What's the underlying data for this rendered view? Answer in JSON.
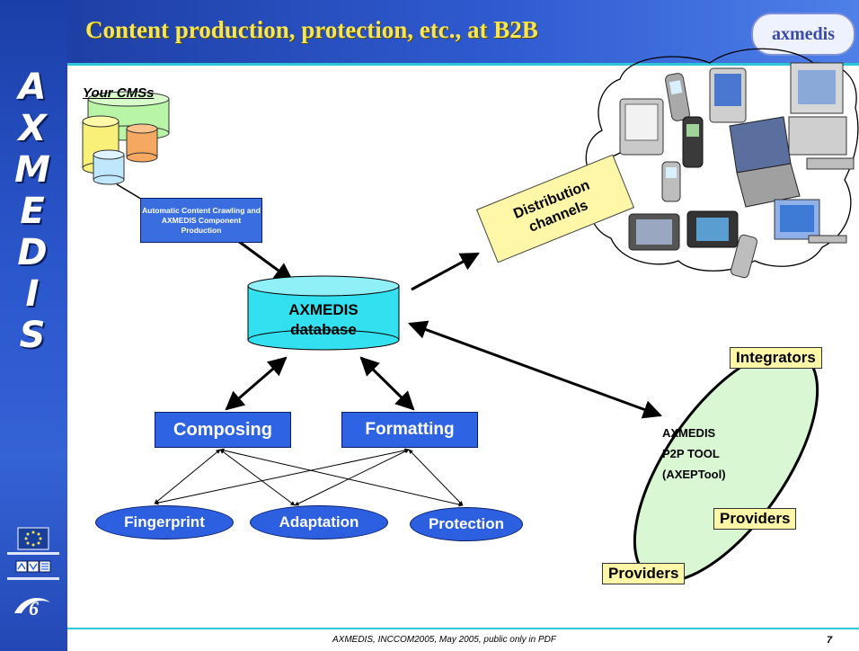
{
  "header": {
    "title": "Content production, protection, etc., at B2B",
    "logo_text": "axmedis"
  },
  "sidebar": {
    "letters": [
      "A",
      "X",
      "M",
      "E",
      "D",
      "I",
      "S"
    ],
    "logos": [
      "eu-flag-icon",
      "ist-logo-icon",
      "fp6-logo-icon"
    ]
  },
  "diagram": {
    "cms_label": "Your CMSs",
    "crawl_box": "Automatic Content Crawling and AXMEDIS Component Production",
    "database": [
      "AXMEDIS",
      "database"
    ],
    "composing": "Composing",
    "formatting": "Formatting",
    "fingerprint": "Fingerprint",
    "adaptation": "Adaptation",
    "protection": "Protection",
    "distribution": [
      "Distribution",
      "channels"
    ],
    "integrators": "Integrators",
    "p2p": [
      "AXMEDIS",
      "P2P TOOL",
      "(AXEPTool)"
    ],
    "providers_1": "Providers",
    "providers_2": "Providers",
    "devices": [
      "pda-icon",
      "phone-icon",
      "pocket-pc-icon",
      "desktop-computer-icon",
      "laptop-icon",
      "media-player-icon",
      "monitor-icon"
    ]
  },
  "footer": {
    "text": "AXMEDIS, INCCOM2005, May 2005, public only in PDF",
    "page": "7"
  },
  "colors": {
    "sidebar": "#2a56cc",
    "title": "#f7e654",
    "accent_blue": "#2e63e3",
    "db_cyan": "#33e0f0",
    "p2p_green": "#d9f7d3",
    "label_yellow": "#fff7a8"
  }
}
